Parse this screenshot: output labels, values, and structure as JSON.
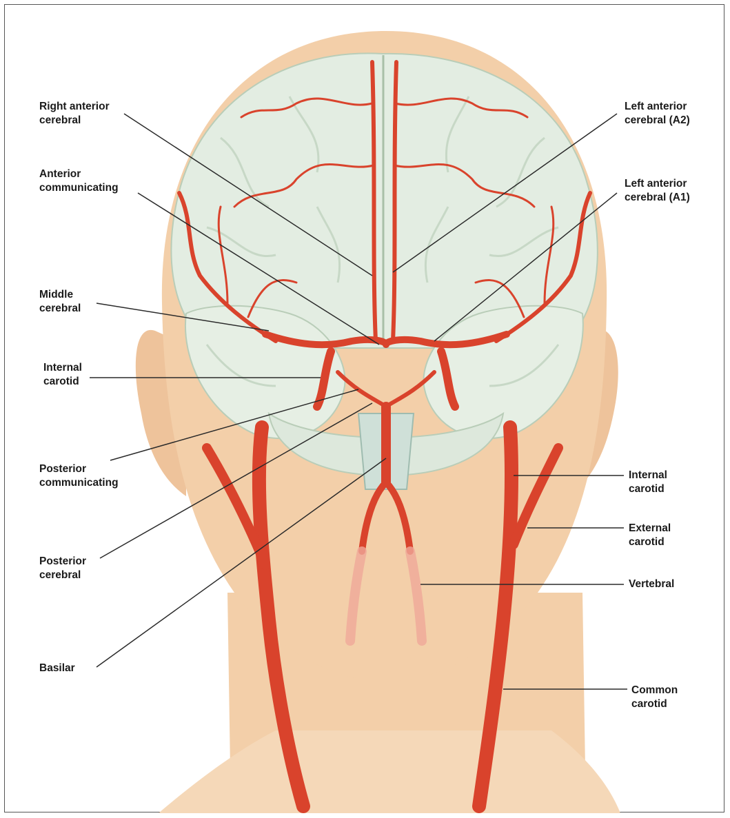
{
  "labels": {
    "right_anterior_cerebral": "Right anterior\ncerebral",
    "anterior_communicating": "Anterior\ncommunicating",
    "middle_cerebral": "Middle\ncerebral",
    "internal_carotid_left_side": "Internal\ncarotid",
    "posterior_communicating": "Posterior\ncommunicating",
    "posterior_cerebral": "Posterior\ncerebral",
    "basilar": "Basilar",
    "left_anterior_cerebral_a2": "Left anterior\ncerebral (A2)",
    "left_anterior_cerebral_a1": "Left anterior\ncerebral (A1)",
    "internal_carotid_right_side": "Internal\ncarotid",
    "external_carotid": "External\ncarotid",
    "vertebral": "Vertebral",
    "common_carotid": "Common\ncarotid"
  },
  "colors": {
    "skin": "#f3cfa9",
    "skin_shadow": "#e6b98f",
    "brain": "#e3ede2",
    "brain_fold": "#b9cdb8",
    "artery": "#d9432c",
    "artery_dark": "#a82818",
    "vein_pale": "#f0a99a",
    "leader": "#2a2a2a"
  }
}
